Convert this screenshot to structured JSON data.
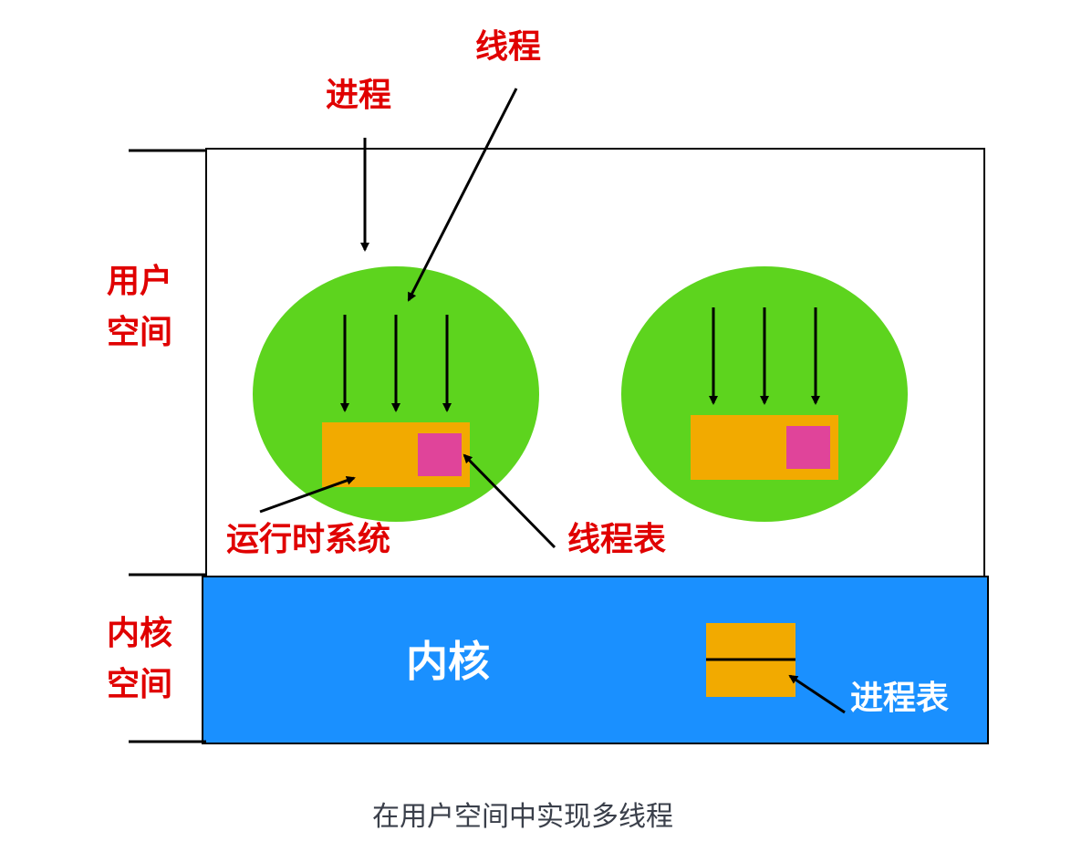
{
  "labels": {
    "process": "进程",
    "thread": "线程",
    "user_space_line1": "用户",
    "user_space_line2": "空间",
    "kernel_space_line1": "内核",
    "kernel_space_line2": "空间",
    "runtime_system": "运行时系统",
    "thread_table": "线程表",
    "kernel": "内核",
    "process_table": "进程表"
  },
  "caption": "在用户空间中实现多线程",
  "colors": {
    "label_red": "#e00000",
    "process_green": "#5dd41e",
    "runtime_orange": "#f2aa00",
    "thread_table_pink": "#e0449a",
    "kernel_blue": "#1a90ff",
    "caption_gray": "#3a3f4a"
  }
}
